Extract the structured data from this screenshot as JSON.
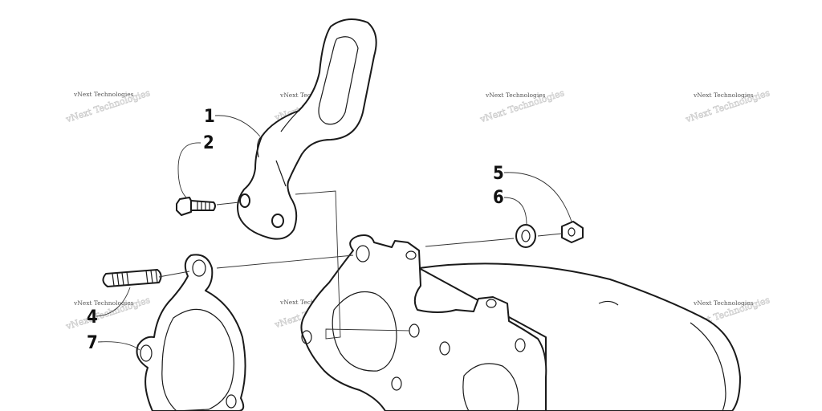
{
  "diagram": {
    "callouts": {
      "c1": "1",
      "c2": "2",
      "c4": "4",
      "c5": "5",
      "c6": "6",
      "c7": "7"
    },
    "watermark": "vNext Technologies",
    "colors": {
      "line": "#1a1a1a",
      "background": "#ffffff",
      "watermark": "#555555"
    }
  }
}
